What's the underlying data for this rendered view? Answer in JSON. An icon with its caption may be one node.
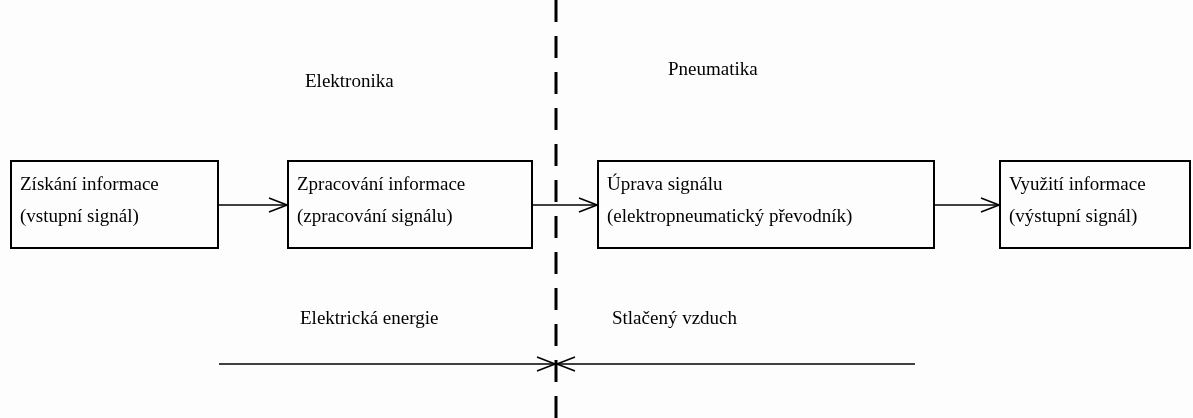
{
  "diagram": {
    "nodes": [
      {
        "text": [
          "Získání informace",
          "(vstupní signál)"
        ]
      },
      {
        "text": [
          "Zpracování informace",
          "(zpracování signálu)"
        ]
      },
      {
        "text": [
          "Úprava signálu",
          "(elektropneumatický převodník)"
        ]
      },
      {
        "text": [
          "Využití informace",
          "(výstupní signál)"
        ]
      }
    ],
    "edges": [
      {
        "from": 0,
        "to": 1,
        "arrow": "to"
      },
      {
        "from": 1,
        "to": 2,
        "arrow": "to"
      },
      {
        "from": 2,
        "to": 3,
        "arrow": "to"
      }
    ],
    "labels": [
      "Elektronika",
      "Pneumatika",
      "Elektrická energie",
      "Stlačený vzduch"
    ]
  }
}
